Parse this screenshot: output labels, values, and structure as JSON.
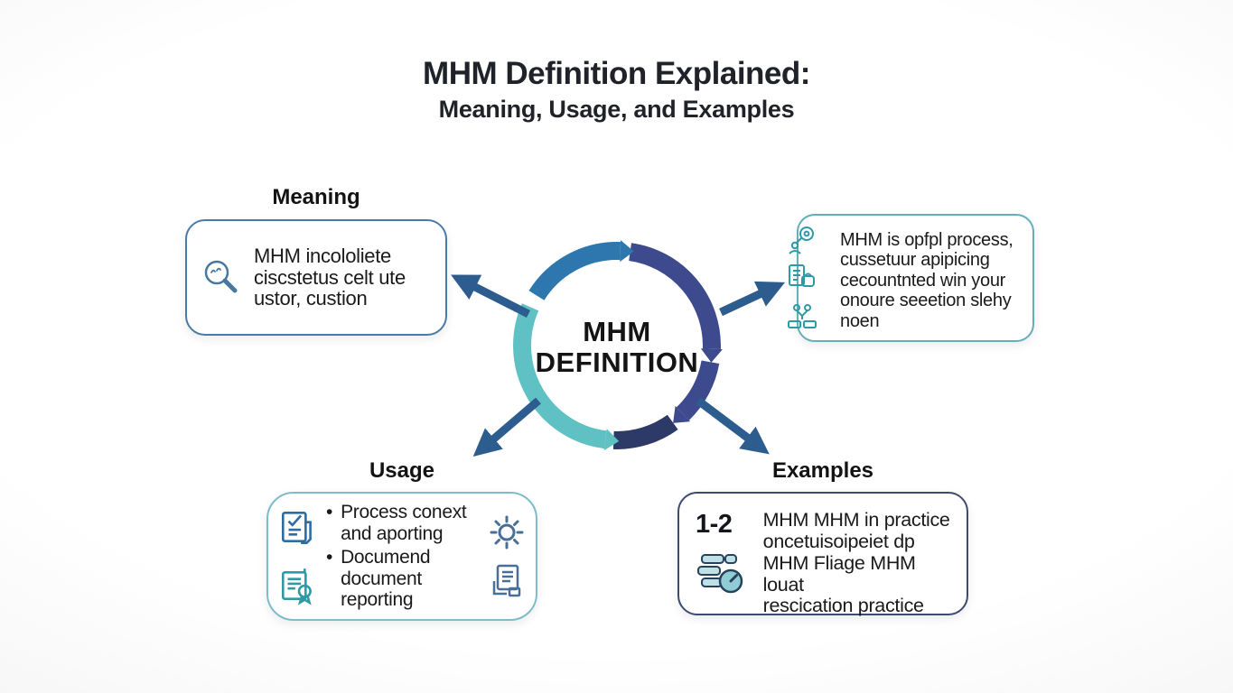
{
  "title": {
    "line1": "MHM Definition Explained:",
    "line2": "Meaning, Usage, and Examples"
  },
  "center_circle": {
    "line1": "MHM",
    "line2": "DEFINITION"
  },
  "meaning": {
    "label": "Meaning",
    "icon": "magnifier-icon",
    "lines": [
      "MHM incololiete",
      "ciscstetus celt ute",
      "ustor, custion"
    ]
  },
  "definition_detail": {
    "icons": [
      "person-search-icon",
      "document-coins-icon",
      "machine-icon"
    ],
    "lines": [
      "MHM is opfpl process,",
      "cussetuur apipicing",
      "cecountnted win your",
      "onoure seeetion slehy",
      "noen"
    ]
  },
  "usage": {
    "label": "Usage",
    "bullet_char": "•",
    "items": [
      "Process conext and aporting",
      "Documend document reporting"
    ],
    "left_icons": [
      "document-check-icon",
      "certificate-icon"
    ],
    "right_icons": [
      "gear-icon",
      "document-printer-icon"
    ]
  },
  "examples": {
    "label": "Examples",
    "badge": "1-2",
    "icon": "list-clock-icon",
    "lines": [
      "MHM MHM in practice",
      "oncetuisoipeiet dp",
      "MHM Fliage MHM louat",
      "rescication practice"
    ]
  },
  "colors": {
    "teal_arc": "#5fc1c3",
    "blue_arc": "#2d77ae",
    "indigo_arc": "#3d4b8e",
    "navy_arc": "#2d3a68",
    "arrow": "#2d5d8e",
    "meaning_border": "#4a7ba6",
    "detail_border": "#66afba",
    "usage_border": "#7fbcc9",
    "examples_border": "#3e4b6f",
    "icon_teal": "#2f9aa6",
    "icon_blue": "#3c6f9c",
    "text": "#1a1a1a"
  }
}
